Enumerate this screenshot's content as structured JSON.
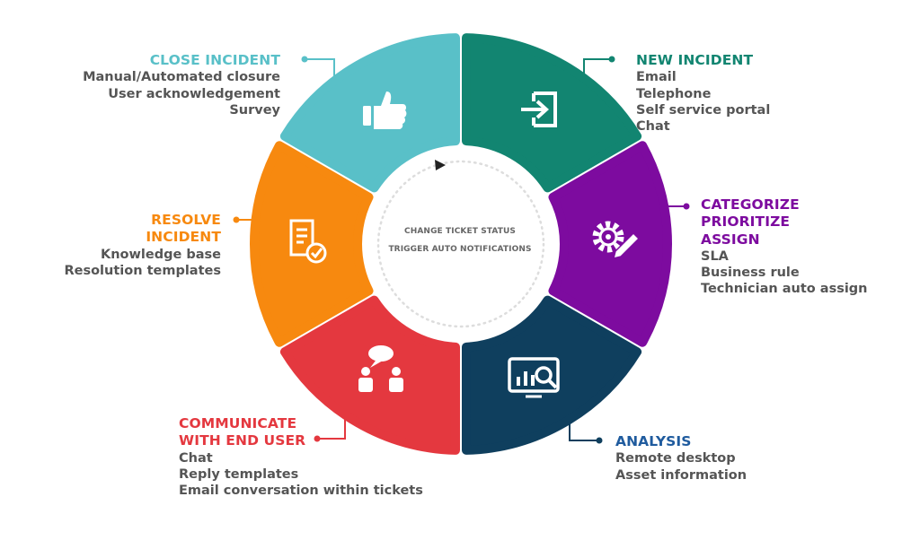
{
  "center": {
    "line1": "CHANGE TICKET STATUS",
    "line2": "TRIGGER AUTO NOTIFICATIONS"
  },
  "stages": {
    "new_incident": {
      "title": "NEW INCIDENT",
      "items": [
        "Email",
        "Telephone",
        "Self service portal",
        "Chat"
      ],
      "color": "#128571",
      "icon": "login-arrow-icon"
    },
    "categorize": {
      "title_lines": [
        "CATEGORIZE",
        "PRIORITIZE",
        "ASSIGN"
      ],
      "items": [
        "SLA",
        "Business rule",
        "Technician auto assign"
      ],
      "color": "#7d0b9f",
      "icon": "gear-pencil-icon"
    },
    "analysis": {
      "title": "ANALYSIS",
      "items": [
        "Remote desktop",
        "Asset information"
      ],
      "color": "#0f3f5e",
      "title_color": "#1f5b9e",
      "icon": "monitor-magnifier-icon"
    },
    "communicate": {
      "title_lines": [
        "COMMUNICATE",
        "WITH END USER"
      ],
      "items": [
        "Chat",
        "Reply templates",
        "Email conversation within tickets"
      ],
      "color": "#e4383f",
      "icon": "chat-users-icon"
    },
    "resolve": {
      "title_lines": [
        "RESOLVE",
        "INCIDENT"
      ],
      "items": [
        "Knowledge base",
        "Resolution templates"
      ],
      "color": "#f7890f",
      "icon": "document-check-icon"
    },
    "close": {
      "title": "CLOSE INCIDENT",
      "items": [
        "Manual/Automated closure",
        "User acknowledgement",
        "Survey"
      ],
      "color": "#59c0c8",
      "icon": "thumbs-up-icon"
    }
  }
}
